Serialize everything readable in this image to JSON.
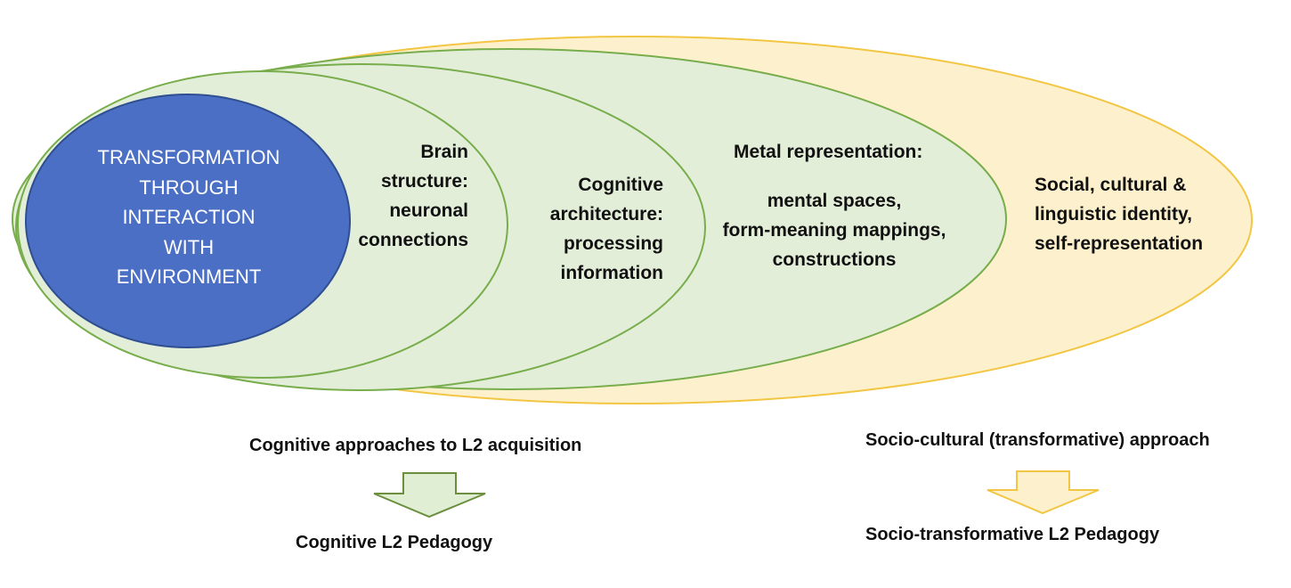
{
  "colors": {
    "yellow_fill": "#fdf1cd",
    "yellow_stroke": "#f2c643",
    "green_fill": "#e3eed9",
    "green_stroke": "#78ad4c",
    "blue_fill": "#4a6fc4",
    "blue_stroke": "#2f4f91",
    "arrow_green_fill": "#e0eed3",
    "arrow_green_stroke": "#6b8f3f",
    "arrow_yellow_fill": "#fdf1cd",
    "arrow_yellow_stroke": "#f2c643"
  },
  "center": {
    "lines": [
      "TRANSFORMATION",
      "THROUGH",
      "INTERACTION",
      "WITH",
      "ENVIRONMENT"
    ]
  },
  "labels": {
    "brain": [
      "Brain",
      "structure:",
      "neuronal",
      "connections"
    ],
    "cognitive": [
      "Cognitive",
      "architecture:",
      "processing",
      "information"
    ],
    "mental_title": "Metal representation:",
    "mental": [
      "mental spaces,",
      "form-meaning mappings,",
      "constructions"
    ],
    "social": [
      "Social, cultural &",
      "linguistic identity,",
      "self-representation"
    ]
  },
  "bottom": {
    "cog_approach": "Cognitive approaches to L2 acquisition",
    "cog_pedagogy": "Cognitive L2 Pedagogy",
    "soc_approach": "Socio-cultural (transformative) approach",
    "soc_pedagogy": "Socio-transformative L2 Pedagogy"
  }
}
